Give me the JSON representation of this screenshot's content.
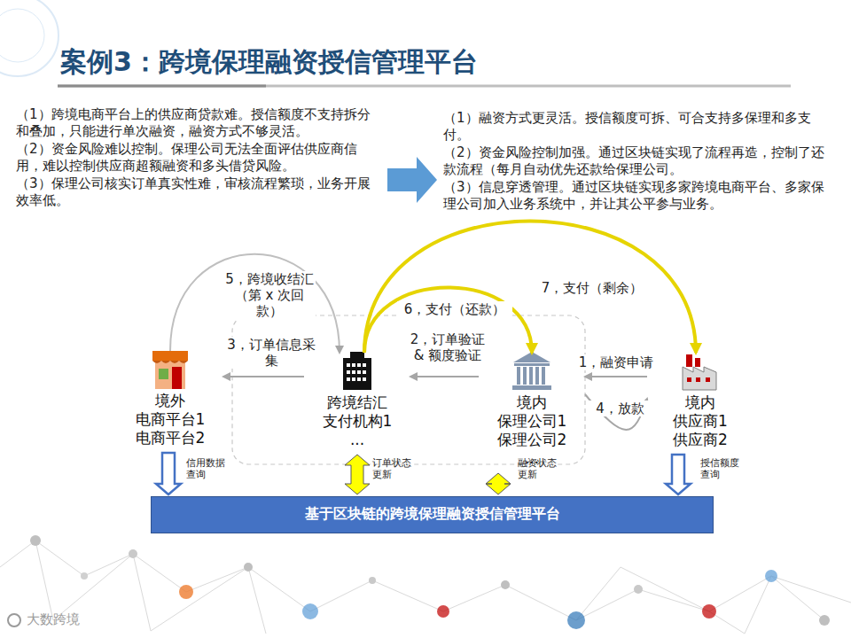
{
  "diagram": {
    "title": "案例3：跨境保理融资授信管理平台",
    "nodes": [
      {
        "text": [
          "境外",
          "电商平台1",
          "电商平台2"
        ]
      },
      {
        "text": [
          "跨境结汇",
          "支付机构1",
          "..."
        ]
      },
      {
        "text": [
          "境内",
          "保理公司1",
          "保理公司2",
          "..."
        ]
      },
      {
        "text": [
          "境内",
          "供应商1",
          "供应商2"
        ]
      },
      {
        "text": [
          "基于区块链的跨境保理融资授信管理平台"
        ]
      }
    ],
    "edges": [
      {
        "from": 3,
        "to": 2,
        "arrow": "to",
        "label": "1，融资申请"
      },
      {
        "from": 2,
        "to": 1,
        "arrow": "to",
        "label": "2，订单验证 & 额度验证"
      },
      {
        "from": 1,
        "to": 0,
        "arrow": "to",
        "label": "3，订单信息采集"
      },
      {
        "from": 2,
        "to": 3,
        "arrow": "to",
        "label": "4，放款"
      },
      {
        "from": 0,
        "to": 1,
        "arrow": "to",
        "label": "5，跨境收结汇 （第 x 次回款）"
      },
      {
        "from": 1,
        "to": 2,
        "arrow": "to",
        "label": "6，支付（还款）"
      },
      {
        "from": 1,
        "to": 3,
        "arrow": "to",
        "label": "7，支付（剩余）"
      },
      {
        "from": 0,
        "to": 4,
        "arrow": "to",
        "label": "信用数据查询"
      },
      {
        "from": 1,
        "to": 4,
        "arrow": "both",
        "label": "订单状态更新"
      },
      {
        "from": 2,
        "to": 4,
        "arrow": "both",
        "label": "融资状态更新"
      },
      {
        "from": 3,
        "to": 4,
        "arrow": "to",
        "label": "授信额度查询"
      }
    ],
    "labels": [
      "（1）跨境电商平台上的供应商贷款难。授信额度不支持拆分和叠加，只能进行单次融资，融资方式不够灵活。",
      "（2）资金风险难以控制。保理公司无法全面评估供应商信用，难以控制供应商超额融资和多头借贷风险。",
      "（3）保理公司核实订单真实性难，审核流程繁琐，业务开展效率低。",
      "（1）融资方式更灵活。授信额度可拆、可合支持多保理和多支付。",
      "（2）资金风险控制加强。通过区块链实现了流程再造，控制了还款流程（每月自动优先还款给保理公司。",
      "（3）信息穿透管理。通过区块链实现多家跨境电商平台、多家保理公司加入业务系统中，并让其公平参与业务。",
      "大数跨境"
    ]
  }
}
